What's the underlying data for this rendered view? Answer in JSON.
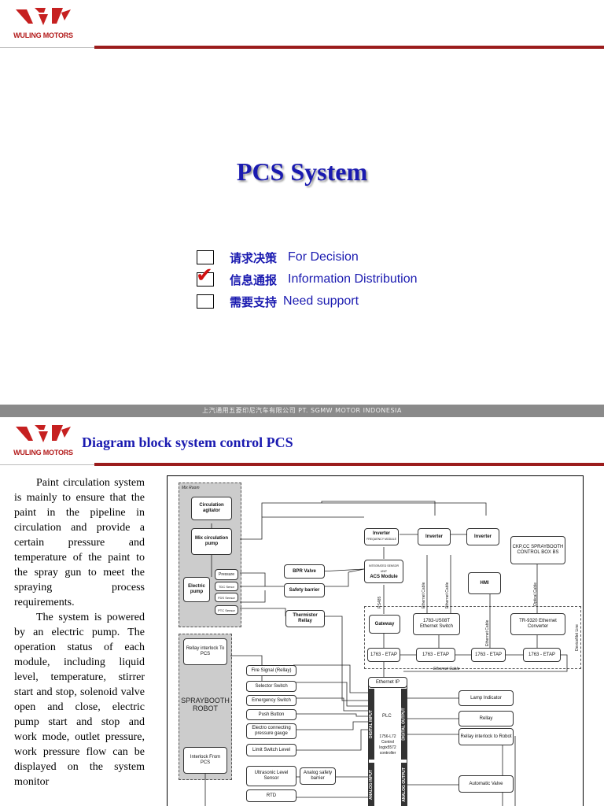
{
  "brand": {
    "name": "WULING MOTORS",
    "color": "#b31b1b"
  },
  "slide1": {
    "title": "PCS System",
    "options": [
      {
        "zh": "请求决策",
        "en": "For Decision",
        "checked": false
      },
      {
        "zh": "信息通报",
        "en": "Information Distribution",
        "checked": true
      },
      {
        "zh": "需要支持",
        "en": "Need support",
        "checked": false
      }
    ],
    "check_mark": "✔"
  },
  "footer_band": "上汽通用五菱印尼汽车有限公司 PT. SGMW MOTOR INDONESIA",
  "slide2": {
    "title": "Diagram block system control PCS",
    "paragraphs": [
      "Paint circulation system is mainly to ensure that the paint in the pipeline in circulation and provide a certain pressure and temperature of the paint to the spray gun to meet the spraying process requirements.",
      "The system is powered by an electric pump. The operation status of each module, including liquid level, temperature, stirrer start and stop, solenoid valve open and close, electric pump start and stop and work mode, outlet pressure, work pressure flow can be displayed on the system monitor"
    ],
    "diagram": {
      "mix_room": "Mix Room",
      "circulation_agitator": "Circulation agitator",
      "mix_circulation_pump": "Mix circulation pump",
      "electric_pump": "Electric pump",
      "sensors": [
        "Pressure",
        "TDC Senor",
        "FDS Sensor",
        "PTC Sensor"
      ],
      "bpr_valve": "BPR Valve",
      "safety_barrier": "Safety barrier",
      "thermistor_relay": "Thermistor Rellay",
      "inverter_main": "Inverter",
      "inverter_sub": "FREQUENCY MODULE",
      "inverter_2": "Inverter",
      "inverter_3": "Inverter",
      "acs_module": "ACS Module",
      "acs_sub": "INTEGRATED SENSOR UNIT",
      "ckp": "CKP,CC SPRAYBOOTH CONTROL BOX BS",
      "hmi": "HMI",
      "rs485": "RS485",
      "ethernet_cable": "Ethernet Cable",
      "optical_cable": "Optical Cable",
      "gateway": "Gateway",
      "switch": "1783-US08T Ethernet Switch",
      "converter": "TR-9320 Ethernet Converter",
      "etap": "1763 - ETAP",
      "device_net": "DeviceNet Line",
      "relay_interlock_to_pcs": "Rellay interlock To PCS",
      "spraybooth_robot": "SPRAYBOOTH ROBOT",
      "interlock_from_pcs": "Interlock From PCS",
      "inputs": [
        "Fire Signal (Rellay)",
        "Selector Switch",
        "Emergency Switch",
        "Push Button",
        "Electro connecting pressure gauge",
        "Limit Switch Level"
      ],
      "ultrasonic": "Ultrasonic Level Sensor",
      "analog_barrier": "Analog safety barrier",
      "rtd": "RTD",
      "ethernet_ip": "Ethernet IP",
      "plc": "PLC",
      "plc_model": "1756-L72 Control logix5572 controller",
      "digital_input": "DIGITAL INPUT",
      "digital_output": "DIGITAL OUTPUT",
      "analog_input": "ANALOG INPUT",
      "analog_output": "ANALOG OUTPUT",
      "outputs": [
        "Lamp Indicator",
        "Rellay",
        "Rellay interlock to Robot",
        "Automatic Valve"
      ]
    }
  }
}
